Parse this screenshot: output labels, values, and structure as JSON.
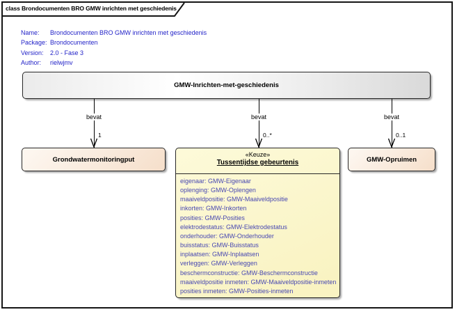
{
  "diagram": {
    "tab_title": "class Brondocumenten BRO GMW inrichten met geschiedenis"
  },
  "meta": {
    "rows": [
      {
        "label": "Name:",
        "value": "Brondocumenten BRO GMW inrichten met geschiedenis"
      },
      {
        "label": "Package:",
        "value": "Brondocumenten"
      },
      {
        "label": "Version:",
        "value": "2.0 - Fase 3"
      },
      {
        "label": "Author:",
        "value": "rielwjmv"
      }
    ]
  },
  "main_class": {
    "name": "GMW-Inrichten-met-geschiedenis"
  },
  "connectors": [
    {
      "label": "bevat",
      "multiplicity": "1"
    },
    {
      "label": "bevat",
      "multiplicity": "0..*"
    },
    {
      "label": "bevat",
      "multiplicity": "0..1"
    }
  ],
  "classes": {
    "grondwatermonitoringput": {
      "name": "Grondwatermonitoringput"
    },
    "tussentijdse_gebeurtenis": {
      "stereotype": "«Keuze»",
      "name": "Tussentijdse gebeurtenis",
      "attributes": [
        "eigenaar: GMW-Eigenaar",
        "oplenging: GMW-Oplengen",
        "maaiveldpositie: GMW-Maaiveldpositie",
        "inkorten: GMW-Inkorten",
        "posities: GMW-Posities",
        "elektrodestatus: GMW-Elektrodestatus",
        "onderhouder: GMW-Onderhouder",
        "buisstatus: GMW-Buisstatus",
        "inplaatsen: GMW-Inplaatsen",
        "verleggen: GMW-Verleggen",
        "beschermconstructie: GMW-Beschermconstructie",
        "maaiveldpositie inmeten: GMW-Maaiveldpositie-inmeten",
        "posities inmeten: GMW-Posities-inmeten"
      ]
    },
    "gmw_opruimen": {
      "name": "GMW-Opruimen"
    }
  },
  "colors": {
    "meta_text_blue": "#2323c8",
    "attribute_text_blue": "#4848b2",
    "class_yellow": "#f9f3c2",
    "class_peach": "#f6e0cc",
    "border_dark": "#262626"
  }
}
